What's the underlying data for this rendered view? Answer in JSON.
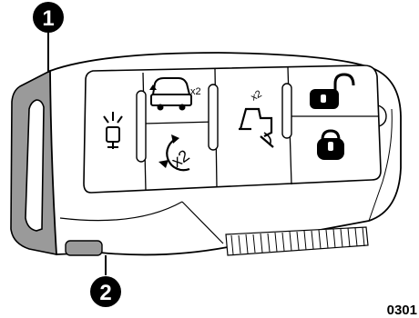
{
  "callouts": [
    {
      "id": "1",
      "label": "1"
    },
    {
      "id": "2",
      "label": "2"
    }
  ],
  "button_labels": {
    "trunk_multiplier": "x2",
    "remote_start_multiplier": "x2",
    "tailgate_multiplier": "x2"
  },
  "figure_code": "0301",
  "icons": {
    "panic": "panic-light-icon",
    "trunk": "trunk-release-icon",
    "remote_start": "remote-start-icon",
    "tailgate": "tailgate-icon",
    "unlock": "unlock-icon",
    "lock": "lock-icon"
  },
  "colors": {
    "outline": "#000000",
    "key_blade": "#9a9a9a",
    "callout_fill": "#000000",
    "callout_text": "#ffffff"
  }
}
